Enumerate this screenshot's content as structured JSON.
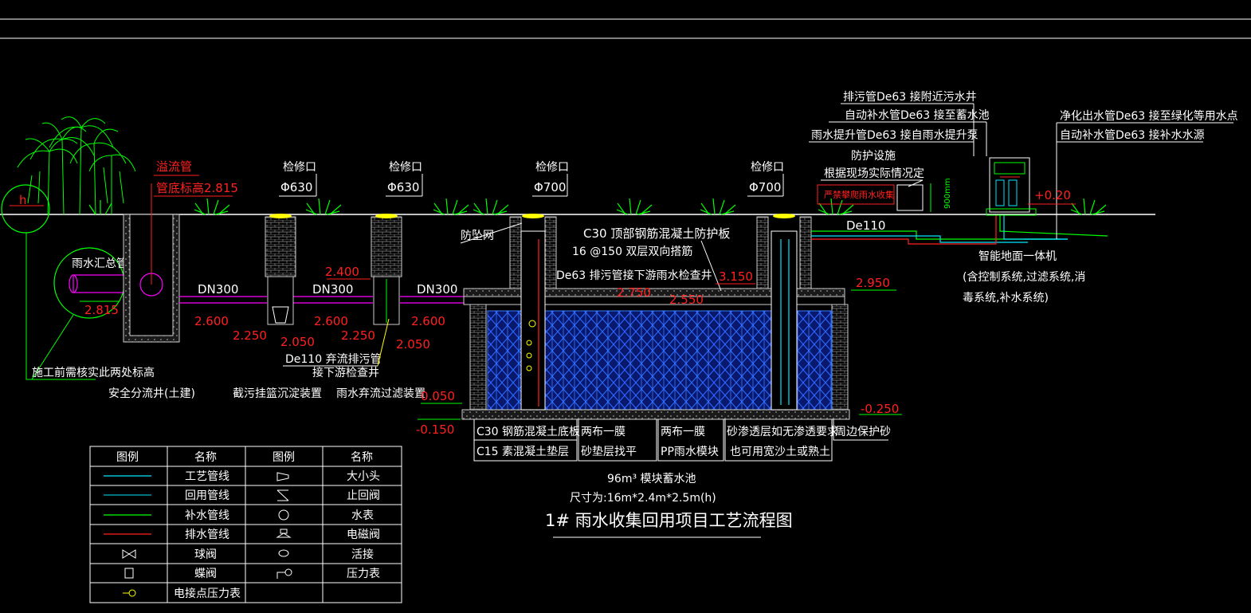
{
  "colors": {
    "background": "#000000",
    "white": "#ffffff",
    "red": "#ff2020",
    "green": "#00ff00",
    "cyan": "#00e5ff",
    "magenta": "#ff00ff",
    "blue": "#1f4bff",
    "yellow": "#ffff00"
  },
  "labels": {
    "overflow_pipe": "溢流管",
    "overflow_elev": "管底标高2.815",
    "rain_main_pipe": "雨水汇总管",
    "elev_2815": "2.815",
    "h_marker": "h",
    "verify_note": "施工前需核实此两处标高",
    "safety_well": "安全分流井(土建)",
    "service_port_1": "检修口",
    "service_dia_1": "Φ630",
    "service_port_2": "检修口",
    "service_dia_2": "Φ630",
    "service_port_3": "检修口",
    "service_dia_3": "Φ700",
    "service_port_4": "检修口",
    "service_dia_4": "Φ700",
    "dn300_1": "DN300",
    "dn300_2": "DN300",
    "dn300_3": "DN300",
    "elev_2600_a": "2.600",
    "elev_2250_a": "2.250",
    "elev_2050_a": "2.050",
    "elev_2400": "2.400",
    "elev_2600_b": "2.600",
    "elev_2250_b": "2.250",
    "elev_2600_c": "2.600",
    "elev_2050_b": "2.050",
    "de110_discard": "De110 弃流排污管",
    "to_downstream": "接下游检查井",
    "basket_sediment": "截污挂篮沉淀装置",
    "discard_filter": "雨水弃流过滤装置",
    "anti_fall_net": "防坠网",
    "top_slab": "C30 顶部钢筋混凝土防护板",
    "rebar_note": "16 @150 双层双向搭筋",
    "de63_sewage": "De63 排污管接下游雨水检查井",
    "elev_3150": "3.150",
    "elev_2750": "2.750",
    "elev_2550": "2.550",
    "elev_2950": "2.950",
    "elev_0050": "0.050",
    "elev_m0150": "-0.150",
    "elev_m0250": "-0.250",
    "de110": "De110",
    "sewage_pipe_note": "排污管De63 接附近污水井",
    "auto_supply_note": "自动补水管De63 接至蓄水池",
    "lift_pipe_note": "雨水提升管De63 接自雨水提升泵",
    "protection": "防护设施",
    "site_decision": "根据现场实际情况定",
    "warning_sign": "严禁攀爬雨水收集",
    "height_900": "900mm",
    "elev_p020": "+0.20",
    "clean_out_note": "净化出水管De63 接至绿化等用水点",
    "auto_supply_src": "自动补水管De63 接补水水源",
    "ground_unit_1": "智能地面一体机",
    "ground_unit_2": "(含控制系统,过滤系统,消",
    "ground_unit_3": "毒系统,补水系统)",
    "bottom_slab": "C30 钢筋混凝土底板",
    "cushion": "C15 素混凝土垫层",
    "geo_cloth_1": "两布一膜",
    "sand_level": "砂垫层找平",
    "geo_cloth_2": "两布一膜",
    "pp_module": "PP雨水模块",
    "sand_layer_1": "砂渗透层如无渗透要求",
    "sand_layer_2": "也可用宽沙土或熟土",
    "backfill_sand": "周边保护砂",
    "tank_volume": "96m³ 模块蓄水池",
    "tank_size": "尺寸为:16m*2.4m*2.5m(h)",
    "title": "1# 雨水收集回用项目工艺流程图"
  },
  "legend": {
    "headers": [
      "图例",
      "名称",
      "图例",
      "名称"
    ],
    "rows": [
      {
        "left_name": "工艺管线",
        "right_name": "大小头"
      },
      {
        "left_name": "回用管线",
        "right_name": "止回阀"
      },
      {
        "left_name": "补水管线",
        "right_name": "水表"
      },
      {
        "left_name": "排水管线",
        "right_name": "电磁阀"
      },
      {
        "left_name": "球阀",
        "right_name": "活接"
      },
      {
        "left_name": "蝶阀",
        "right_name": "压力表"
      },
      {
        "left_name": "电接点压力表",
        "right_name": ""
      }
    ]
  }
}
